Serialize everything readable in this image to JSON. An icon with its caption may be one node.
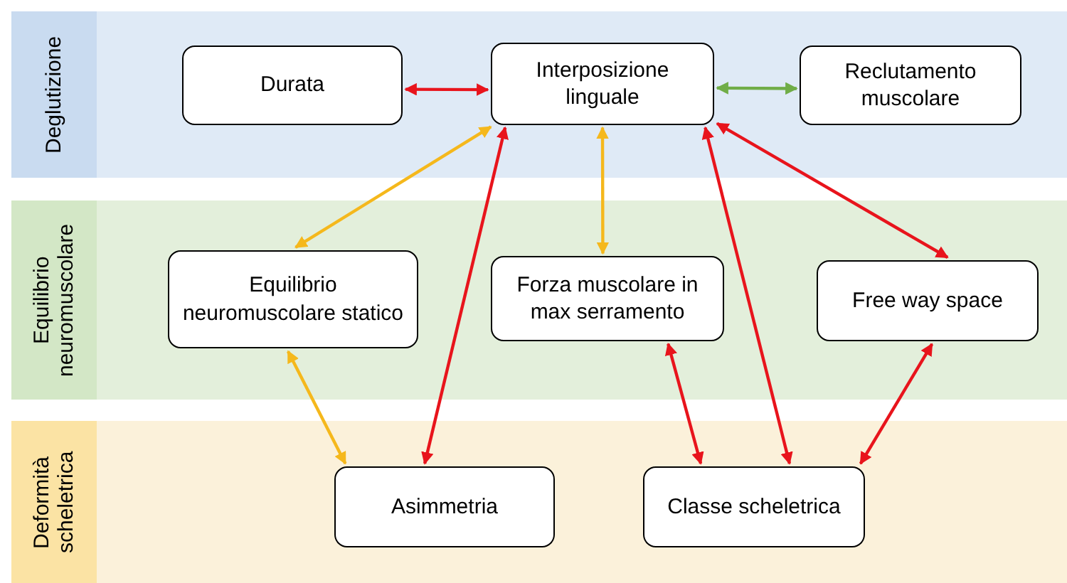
{
  "diagram": {
    "nodes": [
      {
        "text": [
          "Deglutizione"
        ]
      },
      {
        "text": [
          "Durata"
        ],
        "in": 0
      },
      {
        "text": [
          "Interposizione linguale"
        ],
        "in": 0
      },
      {
        "text": [
          "Reclutamento muscolare"
        ],
        "in": 0
      },
      {
        "text": [
          "Equilibrio neuromuscolare"
        ]
      },
      {
        "text": [
          "Equilibrio neuromuscolare statico"
        ],
        "in": 4
      },
      {
        "text": [
          "Forza muscolare in max serramento"
        ],
        "in": 4
      },
      {
        "text": [
          "Free way space"
        ],
        "in": 4
      },
      {
        "text": [
          "Deformità scheletrica"
        ]
      },
      {
        "text": [
          "Asimmetria"
        ],
        "in": 8
      },
      {
        "text": [
          "Classe scheletrica"
        ],
        "in": 8
      }
    ],
    "edges": [
      {
        "from": 1,
        "to": 2,
        "arrow": "both"
      },
      {
        "from": 2,
        "to": 3,
        "arrow": "both",
        "color": "#70ad47"
      },
      {
        "from": 2,
        "to": 5,
        "arrow": "both",
        "color": "#f5b81c"
      },
      {
        "from": 2,
        "to": 6,
        "arrow": "both",
        "color": "#f5b81c"
      },
      {
        "from": 2,
        "to": 7,
        "arrow": "both"
      },
      {
        "from": 2,
        "to": 9,
        "arrow": "both"
      },
      {
        "from": 2,
        "to": 10,
        "arrow": "both"
      },
      {
        "from": 5,
        "to": 9,
        "arrow": "both",
        "color": "#f5b81c"
      },
      {
        "from": 6,
        "to": 10,
        "arrow": "both"
      },
      {
        "from": 7,
        "to": 10,
        "arrow": "both"
      }
    ]
  }
}
